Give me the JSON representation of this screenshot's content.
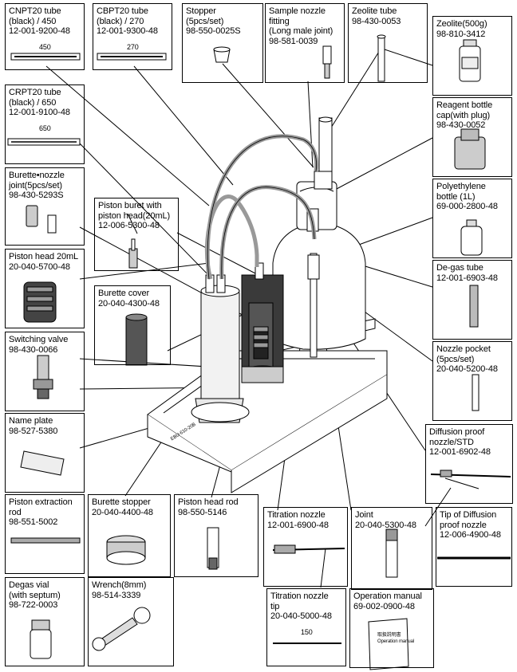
{
  "parts": [
    {
      "id": "cnpt20",
      "lines": [
        "CNPT20 tube",
        "(black) / 450",
        "12-001-9200-48"
      ],
      "dimension": "450"
    },
    {
      "id": "cbpt20",
      "lines": [
        "CBPT20 tube",
        "(black) / 270",
        "12-001-9300-48"
      ],
      "dimension": "270"
    },
    {
      "id": "stopper",
      "lines": [
        "Stopper",
        "(5pcs/set)",
        "98-550-0025S"
      ]
    },
    {
      "id": "sample_nozzle",
      "lines": [
        "Sample nozzle",
        "fitting",
        "(Long male joint)",
        "98-581-0039"
      ]
    },
    {
      "id": "zeolite_tube",
      "lines": [
        "Zeolite tube",
        "98-430-0053"
      ]
    },
    {
      "id": "zeolite",
      "lines": [
        "Zeolite(500g)",
        "98-810-3412"
      ]
    },
    {
      "id": "crpt20",
      "lines": [
        "CRPT20 tube",
        "(black) / 650",
        "12-001-9100-48"
      ],
      "dimension": "650"
    },
    {
      "id": "reagent_cap",
      "lines": [
        "Reagent bottle",
        "cap(with plug)",
        "98-430-0052"
      ]
    },
    {
      "id": "burette_joint",
      "lines": [
        "Burette•nozzle",
        "joint(5pcs/set)",
        "98-430-5293S"
      ]
    },
    {
      "id": "piston_buret",
      "lines": [
        "Piston buret with",
        "piston head(20mL)",
        "12-006-5300-48"
      ]
    },
    {
      "id": "poly_bottle",
      "lines": [
        "Polyethylene",
        "bottle (1L)",
        "69-000-2800-48"
      ]
    },
    {
      "id": "piston_head",
      "lines": [
        "Piston head 20mL",
        "20-040-5700-48"
      ]
    },
    {
      "id": "burette_cover",
      "lines": [
        "Burette cover",
        "20-040-4300-48"
      ]
    },
    {
      "id": "degas_tube",
      "lines": [
        "De-gas tube",
        "12-001-6903-48"
      ]
    },
    {
      "id": "switching_valve",
      "lines": [
        "Switching valve",
        "98-430-0066"
      ]
    },
    {
      "id": "nozzle_pocket",
      "lines": [
        "Nozzle pocket",
        "(5pcs/set)",
        "20-040-5200-48"
      ]
    },
    {
      "id": "name_plate",
      "lines": [
        "Name plate",
        "98-527-5380"
      ]
    },
    {
      "id": "diffusion_nozzle",
      "lines": [
        "Diffusion proof",
        "nozzle/STD",
        "12-001-6902-48"
      ]
    },
    {
      "id": "piston_extraction",
      "lines": [
        "Piston extraction",
        "rod",
        "98-551-5002"
      ]
    },
    {
      "id": "burette_stopper",
      "lines": [
        "Burette stopper",
        "20-040-4400-48"
      ]
    },
    {
      "id": "piston_head_rod",
      "lines": [
        "Piston head rod",
        "98-550-5146"
      ]
    },
    {
      "id": "titration_nozzle",
      "lines": [
        "Titration nozzle",
        "12-001-6900-48"
      ]
    },
    {
      "id": "joint",
      "lines": [
        "Joint",
        "20-040-5300-48"
      ]
    },
    {
      "id": "diffusion_tip",
      "lines": [
        "Tip of Diffusion",
        "proof nozzle",
        "12-006-4900-48"
      ]
    },
    {
      "id": "degas_vial",
      "lines": [
        "Degas vial",
        "(with septum)",
        "98-722-0003"
      ]
    },
    {
      "id": "wrench",
      "lines": [
        "Wrench(8mm)",
        "98-514-3339"
      ]
    },
    {
      "id": "nozzle_tip",
      "lines": [
        "Titration nozzle",
        "tip",
        "20-040-5000-48"
      ],
      "dimension": "150"
    },
    {
      "id": "manual",
      "lines": [
        "Operation manual",
        "69-002-0900-48"
      ],
      "cover": [
        "取扱説明書",
        "Operation manual"
      ]
    }
  ],
  "unit_nameplate": "EBU-610-20B"
}
